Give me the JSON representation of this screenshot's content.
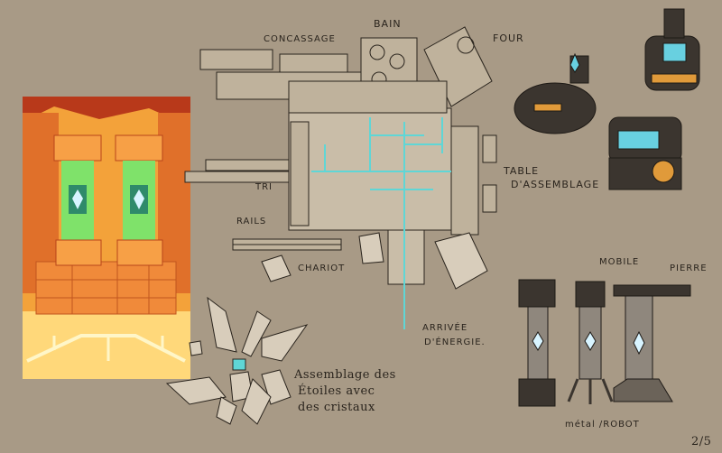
{
  "labels": {
    "concassage": "CONCASSAGE",
    "bain": "BAIN",
    "four": "FOUR",
    "tri": "TRI",
    "rails": "RAILS",
    "chariot": "CHARIOT",
    "table_line1": "TABLE",
    "table_line2": "D'ASSEMBLAGE",
    "arrivee_line1": "ARRIVÉE",
    "arrivee_line2": "D'ÉNERGIE.",
    "assemblage_line1": "Assemblage des",
    "assemblage_line2": "Étoiles avec",
    "assemblage_line3": "des cristaux",
    "mobile": "MOBILE",
    "pierre": "PIERRE",
    "metal_robot": "métal /ROBOT",
    "page_number": "2/5"
  },
  "colors": {
    "paper": "#a89a86",
    "ink": "#2a241d",
    "stone": "#d8cdbb",
    "energy": "#5fd6d6",
    "lava_orange": "#e8782a",
    "crystal_green": "#6fe05a",
    "robot_dark": "#3b352f"
  },
  "icons": [
    "crystal-pillar-icon",
    "robot-furnace-icon",
    "star-crystal-icon",
    "pillar-variant-icon"
  ]
}
